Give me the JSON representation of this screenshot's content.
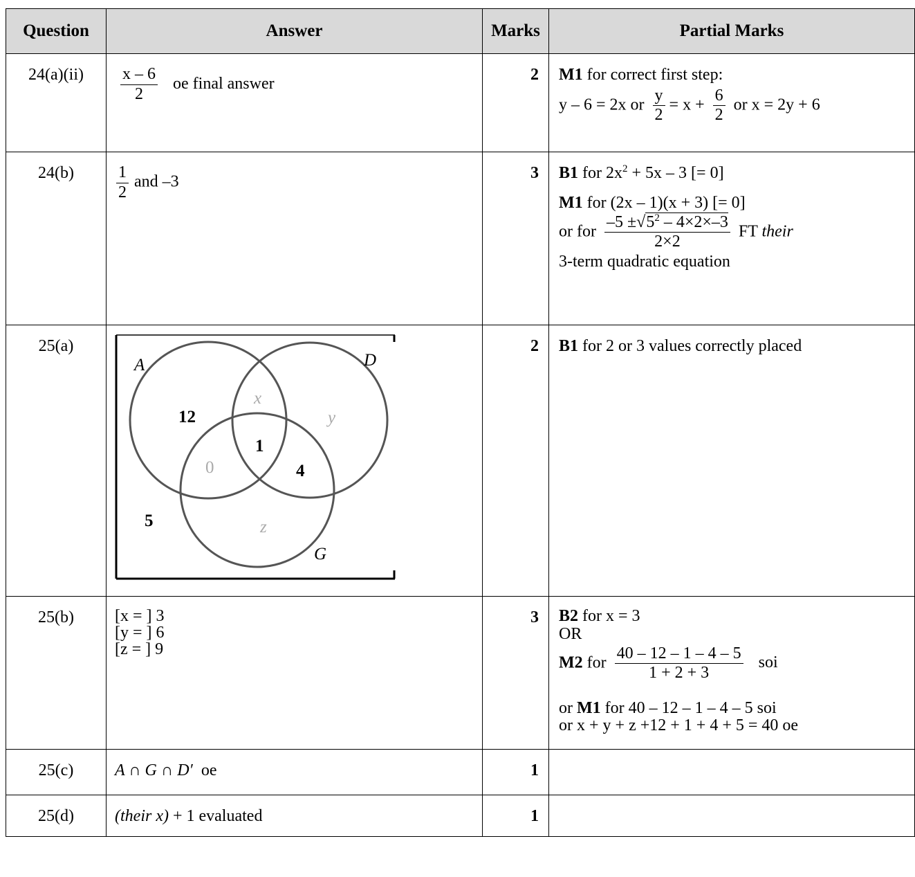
{
  "headers": {
    "question": "Question",
    "answer": "Answer",
    "marks": "Marks",
    "partial": "Partial Marks"
  },
  "r1": {
    "q": "24(a)(ii)",
    "num": "x – 6",
    "den": "2",
    "ans_text": "oe final answer",
    "marks": "2",
    "pm_label": "M1",
    "pm_text": "for correct first step:",
    "eq1": "y – 6 = 2x",
    "or1": "or",
    "f1_num": "y",
    "f1_den": "2",
    "eq_mid": "= x +",
    "f2_num": "6",
    "f2_den": "2",
    "eq2": "or x = 2y + 6"
  },
  "r2": {
    "q": "24(b)",
    "ans_num": "1",
    "ans_den": "2",
    "ans_text": "and –3",
    "marks": "3",
    "b1_label": "B1",
    "b1_text_a": "for 2x",
    "b1_sup": "2",
    "b1_text_b": "+ 5x – 3 [= 0]",
    "m1_label": "M1",
    "m1_text": "for (2x – 1)(x + 3) [= 0]",
    "or_for": "or for",
    "frac_num_a": "–5 ±",
    "frac_num_rad": "5",
    "frac_num_sup": "2",
    "frac_num_b": "– 4×2×–3",
    "frac_den": "2×2",
    "ft": "FT",
    "their": "their",
    "last": "3-term quadratic equation"
  },
  "r3": {
    "q": "25(a)",
    "marks": "2",
    "pm_label": "B1",
    "pm_text": "for 2 or 3 values correctly placed",
    "venn": {
      "label_a": "A",
      "label_d": "D",
      "label_g": "G",
      "v12": "12",
      "vx": "x",
      "vy": "y",
      "v1": "1",
      "v0": "0",
      "v4": "4",
      "v5": "5",
      "vz": "z"
    }
  },
  "r4": {
    "q": "25(b)",
    "a1": "[x = ] 3",
    "a2": "[y = ] 6",
    "a3": "[z = ] 9",
    "marks": "3",
    "b2_label": "B2",
    "b2_text": "for x = 3",
    "or": "OR",
    "m2_label": "M2",
    "m2_for": "for",
    "m2_num": "40 – 12 – 1 – 4 – 5",
    "m2_den": "1 + 2 + 3",
    "soi": "soi",
    "or_m1_pre": "or",
    "m1_label": "M1",
    "m1_text": "for 40 – 12 – 1 – 4 – 5  soi",
    "last": "or x + y + z +12 + 1 + 4 + 5 = 40   oe"
  },
  "r5": {
    "q": "25(c)",
    "ans": "A ∩ G ∩ D′",
    "oe": "oe",
    "marks": "1"
  },
  "r6": {
    "q": "25(d)",
    "ans_a": "(their x)",
    "ans_b": "+ 1 evaluated",
    "marks": "1"
  }
}
